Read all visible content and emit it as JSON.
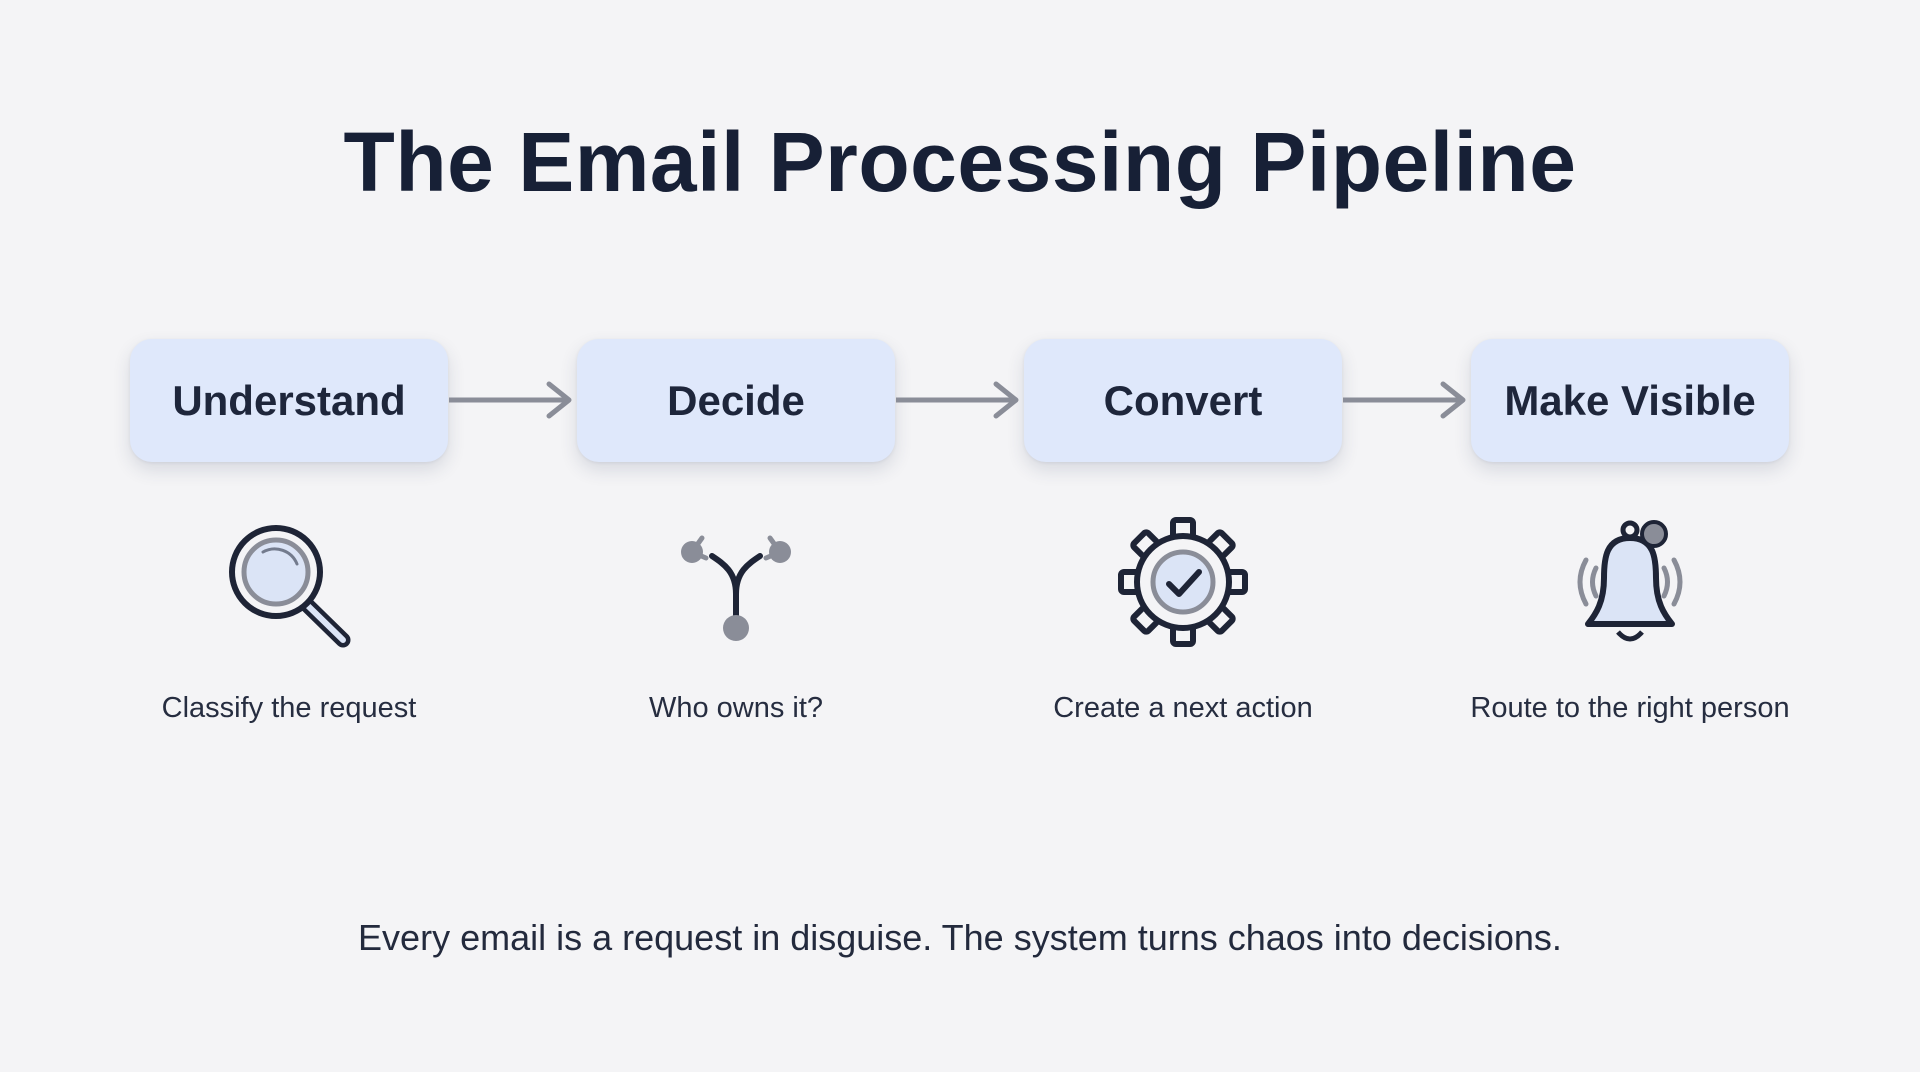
{
  "title": "The Email Processing Pipeline",
  "stages": [
    {
      "label": "Understand",
      "caption": "Classify the request",
      "icon": "magnifying-glass-icon"
    },
    {
      "label": "Decide",
      "caption": "Who owns it?",
      "icon": "fork-branch-icon"
    },
    {
      "label": "Convert",
      "caption": "Create a next action",
      "icon": "gear-check-icon"
    },
    {
      "label": "Make Visible",
      "caption": "Route to the right person",
      "icon": "bell-notification-icon"
    }
  ],
  "footer": "Every email is a request in disguise. The system turns chaos into decisions.",
  "colors": {
    "background": "#f4f4f6",
    "box_fill": "#dfe8fb",
    "text_dark": "#172036",
    "arrow": "#8a8d98",
    "icon_stroke": "#1e2436",
    "icon_fill": "#dbe4f6",
    "icon_gray": "#8a8d98"
  }
}
